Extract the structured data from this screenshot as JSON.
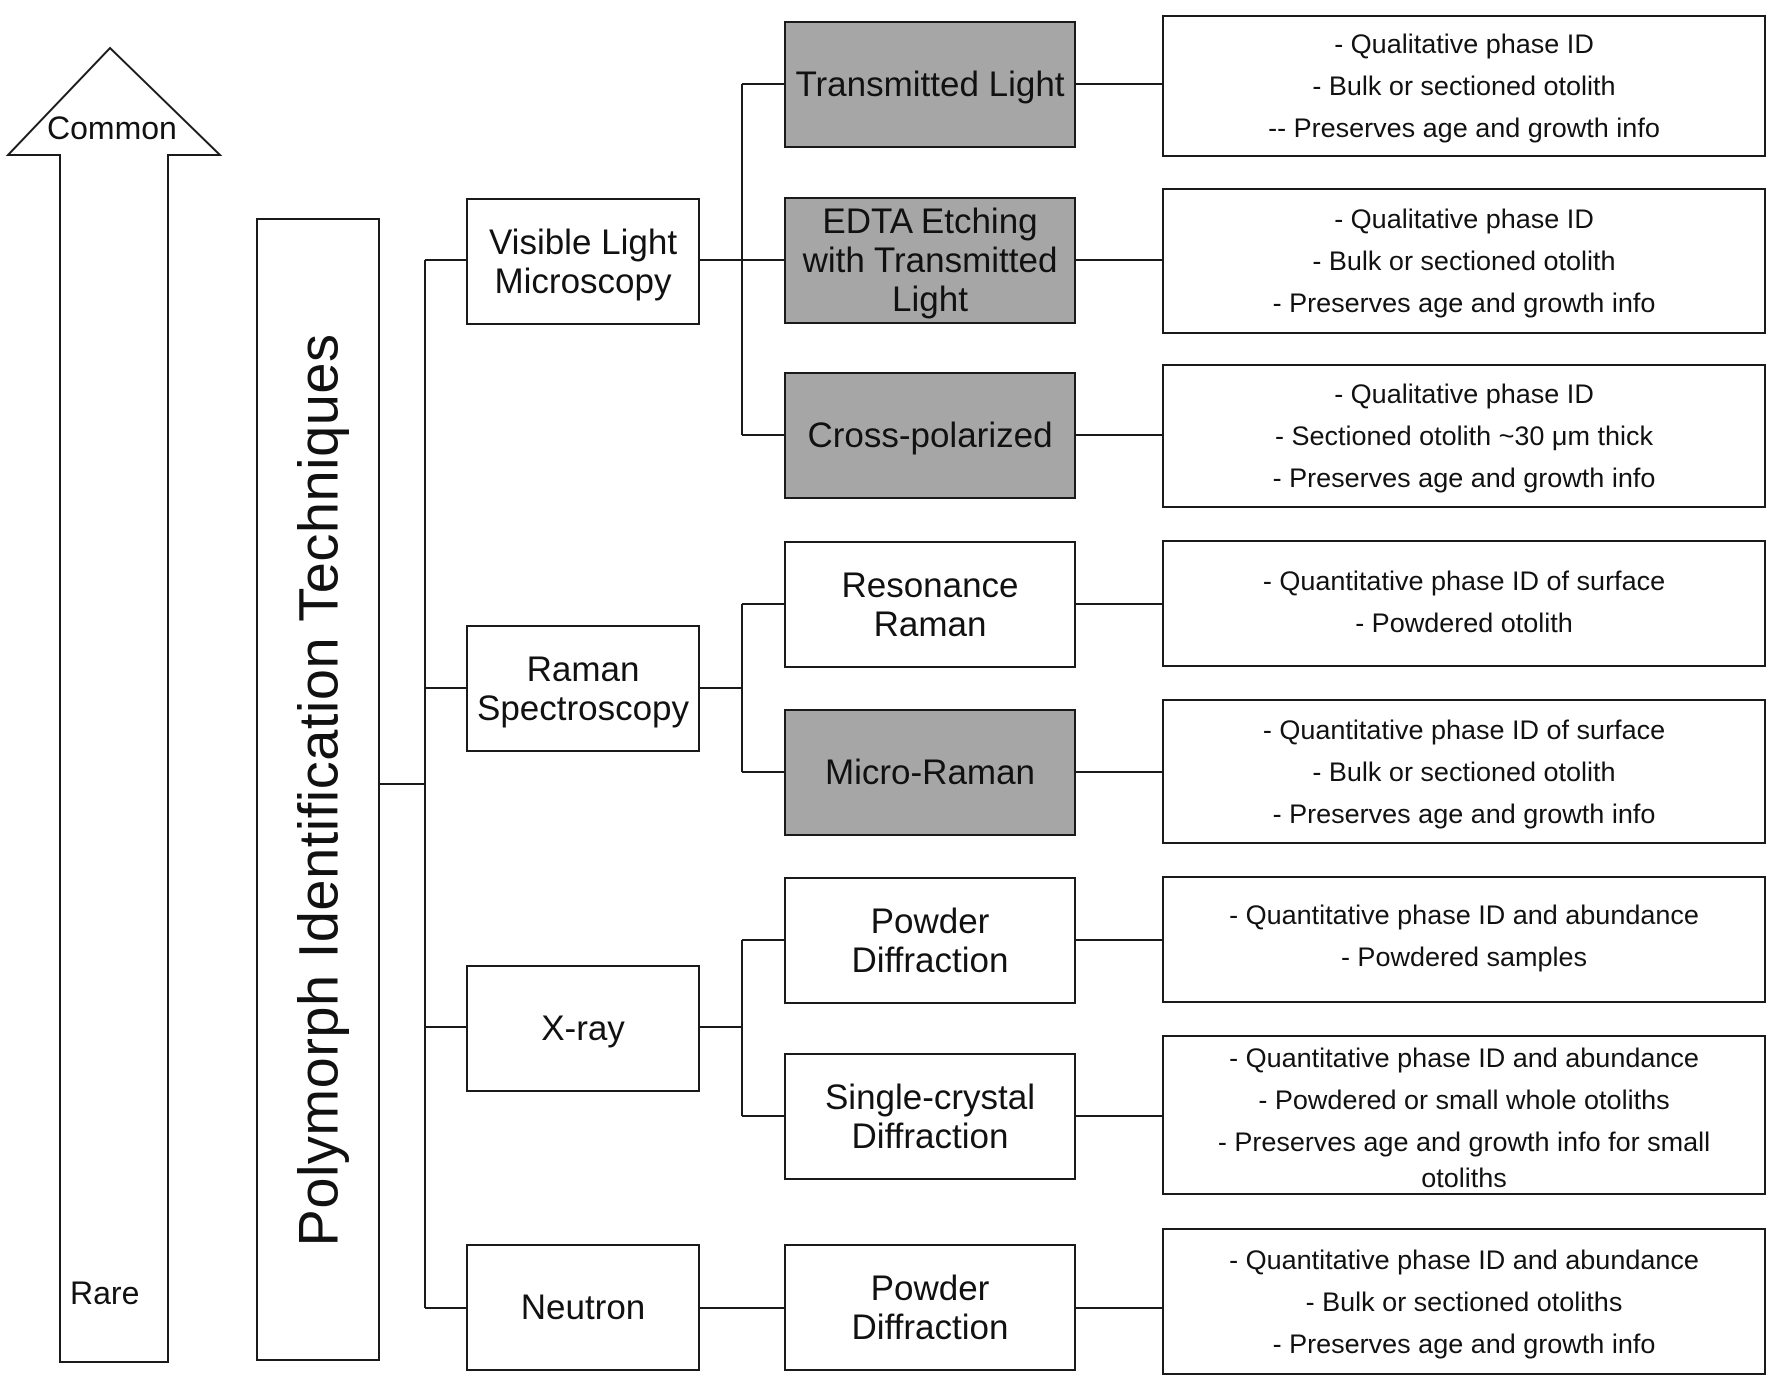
{
  "scale": {
    "top_label": "Common",
    "bottom_label": "Rare"
  },
  "title": "Polymorph Identification Techniques",
  "groups": [
    {
      "method": "Visible Light Microscopy",
      "method_lines": [
        "Visible Light",
        "Microscopy"
      ],
      "techniques": [
        {
          "name_lines": [
            "Transmitted Light"
          ],
          "shaded": true,
          "details": [
            "- Qualitative phase ID",
            "- Bulk or sectioned otolith",
            "-- Preserves age and growth info"
          ]
        },
        {
          "name_lines": [
            "EDTA Etching",
            "with Transmitted",
            "Light"
          ],
          "shaded": true,
          "details": [
            "- Qualitative phase ID",
            "- Bulk or sectioned otolith",
            "- Preserves age and growth info"
          ]
        },
        {
          "name_lines": [
            "Cross-polarized"
          ],
          "shaded": true,
          "details": [
            "- Qualitative phase ID",
            "- Sectioned otolith ~30 μm thick",
            "- Preserves age and growth info"
          ]
        }
      ]
    },
    {
      "method": "Raman Spectroscopy",
      "method_lines": [
        "Raman",
        "Spectroscopy"
      ],
      "techniques": [
        {
          "name_lines": [
            "Resonance",
            "Raman"
          ],
          "shaded": false,
          "details": [
            "- Quantitative phase ID of surface",
            "- Powdered otolith"
          ]
        },
        {
          "name_lines": [
            "Micro-Raman"
          ],
          "shaded": true,
          "details": [
            "- Quantitative phase ID of surface",
            "- Bulk or sectioned otolith",
            "- Preserves age and growth info"
          ]
        }
      ]
    },
    {
      "method": "X-ray",
      "method_lines": [
        "X-ray"
      ],
      "techniques": [
        {
          "name_lines": [
            "Powder",
            "Diffraction"
          ],
          "shaded": false,
          "details": [
            "- Quantitative phase ID and abundance",
            "- Powdered samples"
          ]
        },
        {
          "name_lines": [
            "Single-crystal",
            "Diffraction"
          ],
          "shaded": false,
          "details": [
            "- Quantitative phase ID and abundance",
            "- Powdered or small whole otoliths",
            "- Preserves age and growth info for small",
            "otoliths"
          ]
        }
      ]
    },
    {
      "method": "Neutron",
      "method_lines": [
        "Neutron"
      ],
      "techniques": [
        {
          "name_lines": [
            "Powder",
            "Diffraction"
          ],
          "shaded": false,
          "details": [
            "- Quantitative phase ID and abundance",
            "- Bulk or sectioned otoliths",
            "- Preserves age and growth info"
          ]
        }
      ]
    }
  ]
}
